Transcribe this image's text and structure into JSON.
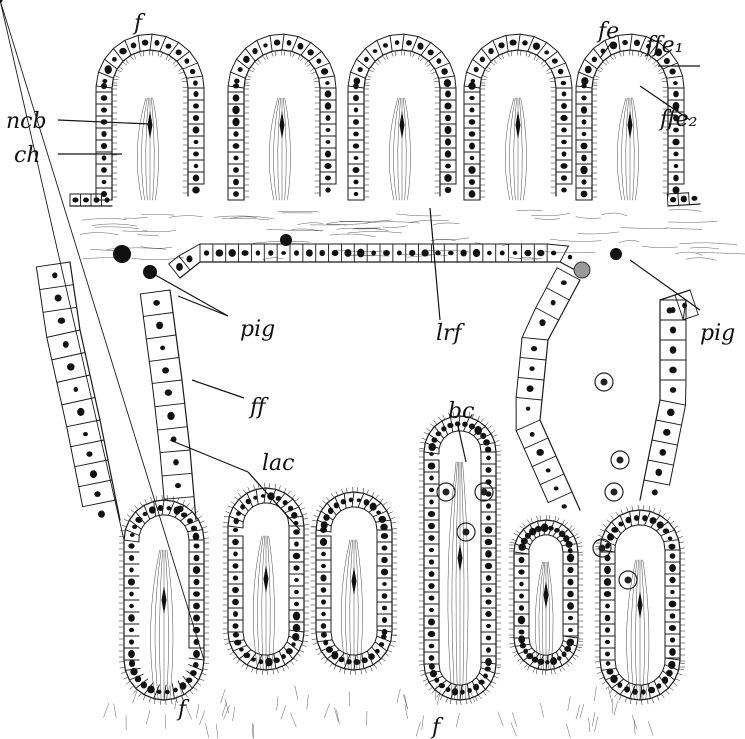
{
  "figure": {
    "labels": {
      "f_top": "f",
      "fe": "fe",
      "ffe1": "ffe₁",
      "ffe2": "ffe₂",
      "ncb": "ncb",
      "ch": "ch",
      "lrf": "lrf",
      "pig_left": "pig",
      "pig_right": "pig",
      "ff": "ff",
      "bc": "bc",
      "lac": "lac",
      "f_bottom_left": "f",
      "f_bottom_mid": "f"
    }
  }
}
